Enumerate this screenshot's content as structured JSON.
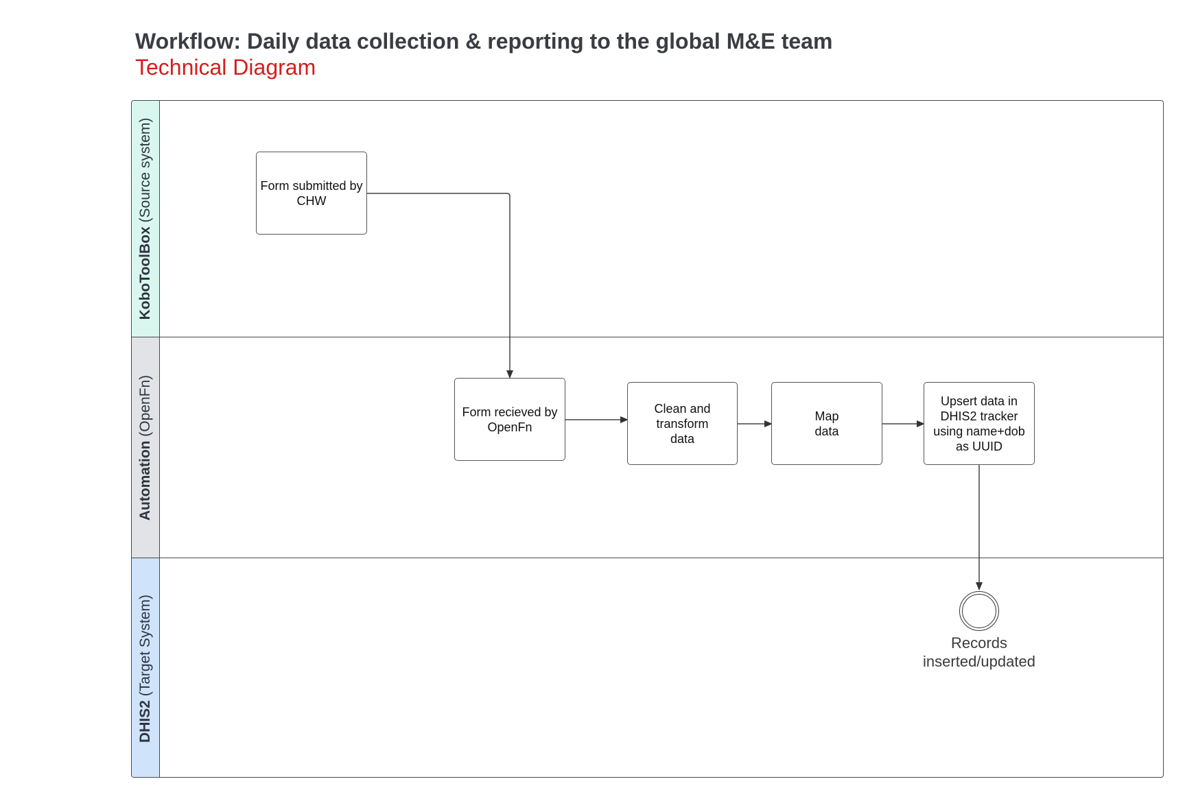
{
  "header": {
    "title": "Workflow: Daily data collection & reporting to the global M&E team",
    "subtitle": "Technical Diagram"
  },
  "lanes": [
    {
      "name_bold": "KoboToolBox",
      "name_rest": " (Source system)",
      "color": "#d9f7ef"
    },
    {
      "name_bold": "Automation",
      "name_rest": " (OpenFn)",
      "color": "#e1e3e6"
    },
    {
      "name_bold": "DHIS2",
      "name_rest": " (Target System)",
      "color": "#cfe3fb"
    }
  ],
  "nodes": {
    "form_submitted": "Form submitted by CHW",
    "form_received": "Form recieved by OpenFn",
    "clean_transform": "Clean and transform data",
    "map_data": "Map data",
    "upsert": "Upsert data in DHIS2 tracker using name+dob as UUID"
  },
  "end_event": {
    "label": "Records inserted/updated"
  },
  "colors": {
    "title": "#3a3d42",
    "subtitle": "#d51d1d",
    "border": "#4a4a4a"
  }
}
